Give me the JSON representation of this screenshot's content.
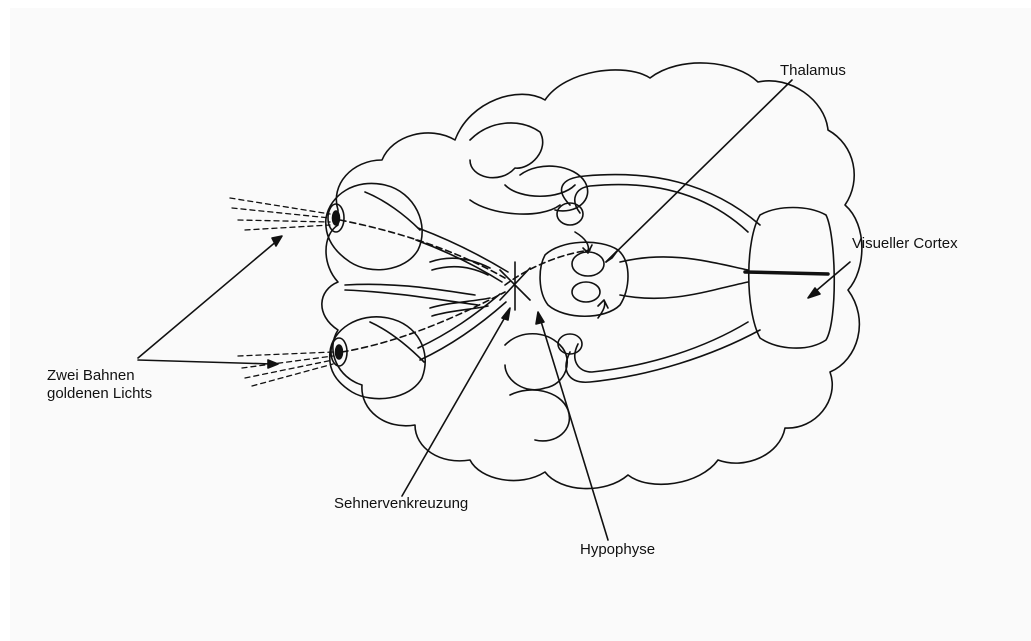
{
  "labels": {
    "thalamus": "Thalamus",
    "cortex": "Visueller Cortex",
    "light_line1": "Zwei Bahnen",
    "light_line2": "goldenen Lichts",
    "chiasm": "Sehnervenkreuzung",
    "hypophyse": "Hypophyse"
  },
  "icons": {
    "left_eye_upper": "eye-icon",
    "left_eye_lower": "eye-icon"
  },
  "colors": {
    "ink": "#111111",
    "paper": "#fafafa"
  }
}
